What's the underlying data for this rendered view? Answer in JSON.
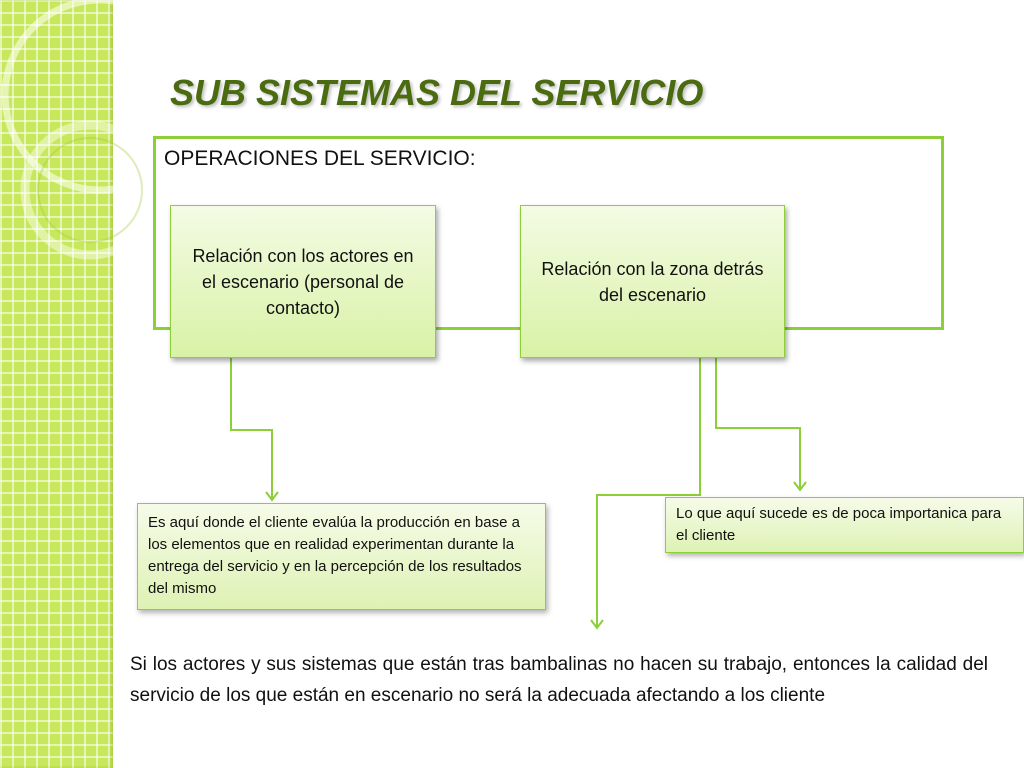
{
  "title": "SUB SISTEMAS DEL SERVICIO",
  "frame_label": "OPERACIONES DEL SERVICIO:",
  "boxes": [
    {
      "text": "Relación con los actores en el escenario (personal de contacto)"
    },
    {
      "text": "Relación con la zona detrás del escenario"
    }
  ],
  "notes": [
    {
      "text": "Es aquí donde el cliente evalúa la producción en base a los elementos que en realidad experimentan durante la entrega del servicio y en la percepción de los resultados del mismo"
    },
    {
      "text": "Lo que aquí sucede es de poca importanica para el cliente"
    }
  ],
  "paragraph": "Si los actores y sus sistemas que están tras bambalinas no hacen su trabajo, entonces la calidad del servicio de los que están en escenario no será la adecuada afectando a los cliente",
  "colors": {
    "accent_green": "#8ccf38",
    "title_green": "#4a6b10",
    "sidebar_green": "#c7e85a"
  }
}
